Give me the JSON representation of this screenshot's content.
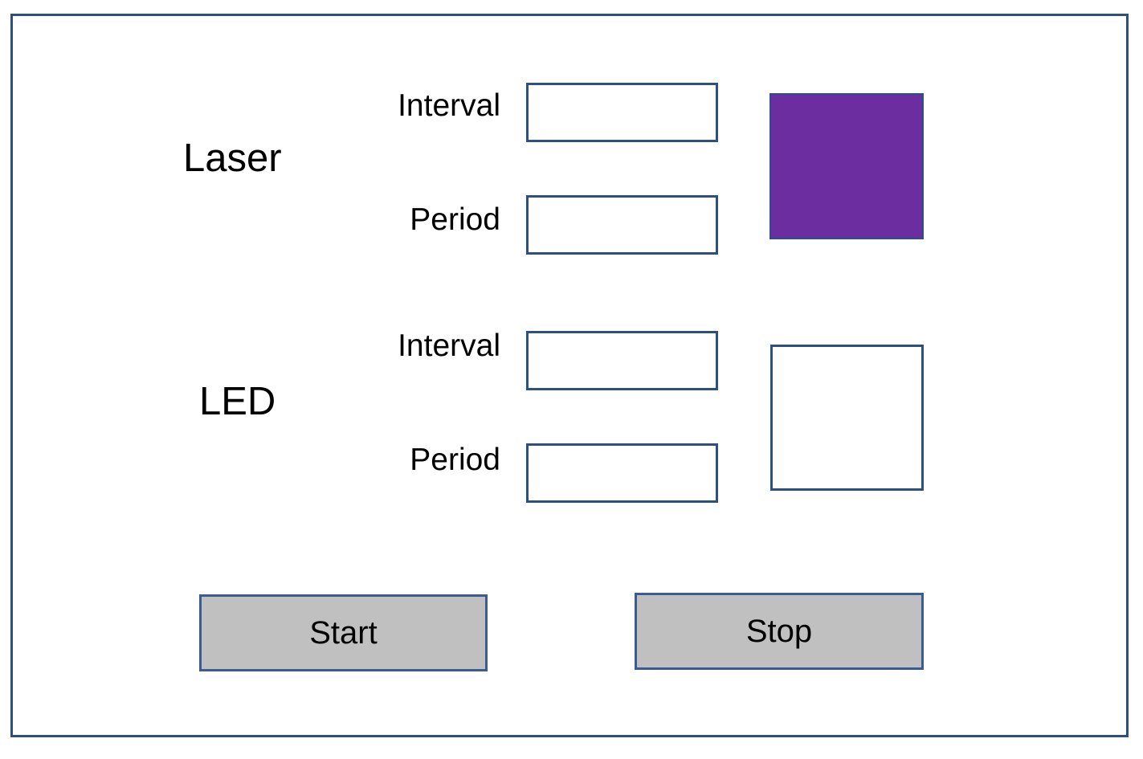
{
  "window": {
    "frame_border_color": "#2d5081",
    "background_color": "#ffffff"
  },
  "groups": [
    {
      "id": "laser",
      "title": "Laser",
      "fields": [
        {
          "id": "laser-interval",
          "label": "Interval",
          "value": "",
          "placeholder": ""
        },
        {
          "id": "laser-period",
          "label": "Period",
          "value": "",
          "placeholder": ""
        }
      ],
      "indicator": {
        "name": "laser-state-indicator",
        "state": "on",
        "fill_color": "#6c2da0",
        "border_color": "#2d5081"
      }
    },
    {
      "id": "led",
      "title": "LED",
      "fields": [
        {
          "id": "led-interval",
          "label": "Interval",
          "value": "",
          "placeholder": ""
        },
        {
          "id": "led-period",
          "label": "Period",
          "value": "",
          "placeholder": ""
        }
      ],
      "indicator": {
        "name": "led-state-indicator",
        "state": "off",
        "fill_color": "#ffffff",
        "border_color": "#2d5081"
      }
    }
  ],
  "buttons": {
    "start_label": "Start",
    "stop_label": "Stop",
    "fill_color": "#c0c0c0",
    "border_color": "#3b5c90"
  }
}
